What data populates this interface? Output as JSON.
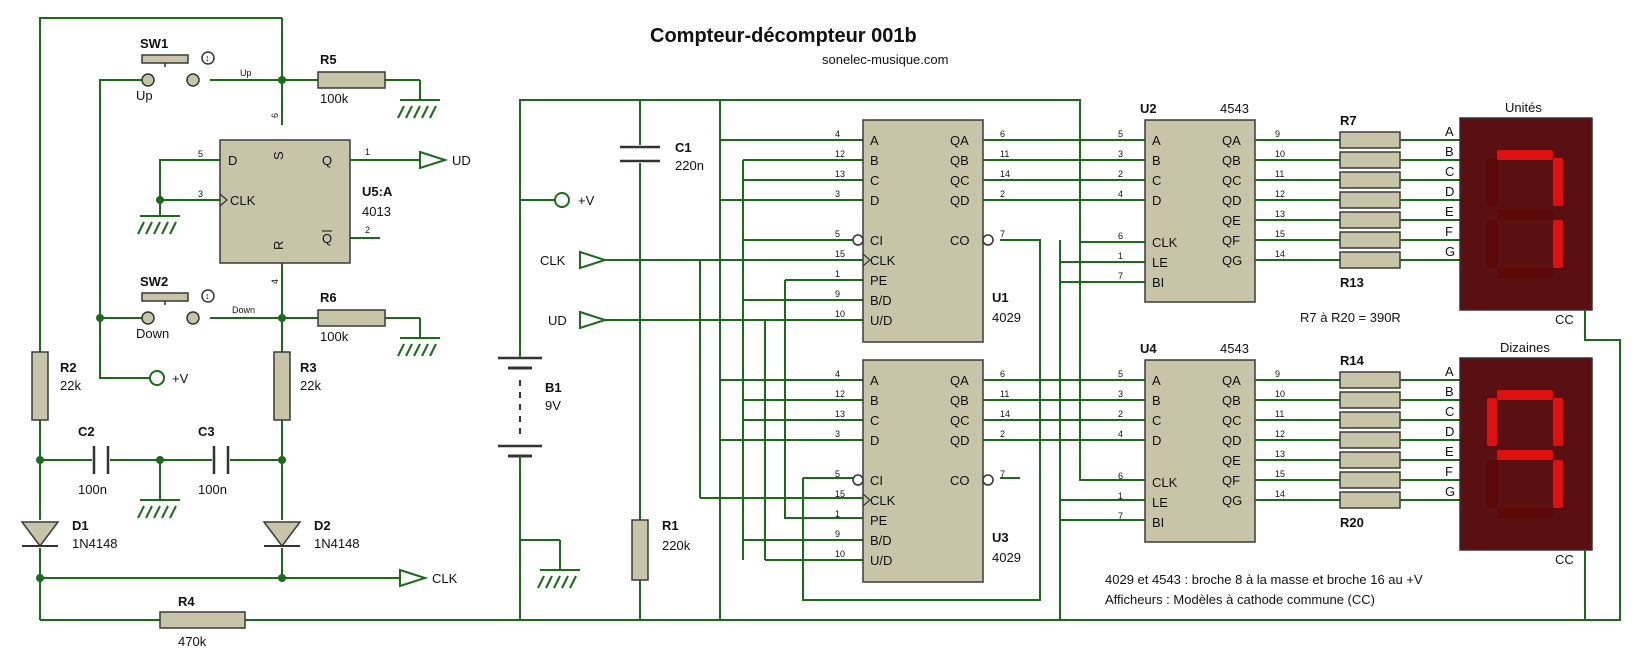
{
  "title": "Compteur-décompteur 001b",
  "subtitle": "sonelec-musique.com",
  "sw1": {
    "name": "SW1",
    "label": "Up",
    "net": "Up"
  },
  "sw2": {
    "name": "SW2",
    "label": "Down",
    "net": "Down"
  },
  "r5": {
    "name": "R5",
    "value": "100k"
  },
  "r6": {
    "name": "R6",
    "value": "100k"
  },
  "r2": {
    "name": "R2",
    "value": "22k"
  },
  "r3": {
    "name": "R3",
    "value": "22k"
  },
  "r4": {
    "name": "R4",
    "value": "470k"
  },
  "r1": {
    "name": "R1",
    "value": "220k"
  },
  "c1": {
    "name": "C1",
    "value": "220n"
  },
  "c2": {
    "name": "C2",
    "value": "100n"
  },
  "c3": {
    "name": "C3",
    "value": "100n"
  },
  "d1": {
    "name": "D1",
    "value": "1N4148"
  },
  "d2": {
    "name": "D2",
    "value": "1N4148"
  },
  "b1": {
    "name": "B1",
    "value": "9V"
  },
  "u5": {
    "name": "U5:A",
    "part": "4013",
    "pins": {
      "d": "D",
      "clk": "CLK",
      "s": "S",
      "r": "R",
      "q": "Q",
      "qn": "Q"
    },
    "pinnums": {
      "d": "5",
      "clk": "3",
      "s": "6",
      "r": "4",
      "q": "1",
      "qn": "2"
    }
  },
  "u1": {
    "name": "U1",
    "part": "4029"
  },
  "u3": {
    "name": "U3",
    "part": "4029"
  },
  "u2": {
    "name": "U2",
    "part": "4543"
  },
  "u4": {
    "name": "U4",
    "part": "4543"
  },
  "counter_left_pins": [
    {
      "num": "4",
      "name": "A"
    },
    {
      "num": "12",
      "name": "B"
    },
    {
      "num": "13",
      "name": "C"
    },
    {
      "num": "3",
      "name": "D"
    },
    {
      "num": "5",
      "name": "CI"
    },
    {
      "num": "15",
      "name": "CLK"
    },
    {
      "num": "1",
      "name": "PE"
    },
    {
      "num": "9",
      "name": "B/D"
    },
    {
      "num": "10",
      "name": "U/D"
    }
  ],
  "counter_right_pins": [
    {
      "num": "6",
      "name": "QA"
    },
    {
      "num": "11",
      "name": "QB"
    },
    {
      "num": "14",
      "name": "QC"
    },
    {
      "num": "2",
      "name": "QD"
    },
    {
      "num": "7",
      "name": "CO"
    }
  ],
  "decoder_left_pins": [
    {
      "num": "5",
      "name": "A"
    },
    {
      "num": "3",
      "name": "B"
    },
    {
      "num": "2",
      "name": "C"
    },
    {
      "num": "4",
      "name": "D"
    },
    {
      "num": "6",
      "name": "CLK"
    },
    {
      "num": "1",
      "name": "LE"
    },
    {
      "num": "7",
      "name": "BI"
    }
  ],
  "decoder_right_pins": [
    {
      "num": "9",
      "name": "QA"
    },
    {
      "num": "10",
      "name": "QB"
    },
    {
      "num": "11",
      "name": "QC"
    },
    {
      "num": "12",
      "name": "QD"
    },
    {
      "num": "13",
      "name": "QE"
    },
    {
      "num": "15",
      "name": "QF"
    },
    {
      "num": "14",
      "name": "QG"
    }
  ],
  "segments": [
    "A",
    "B",
    "C",
    "D",
    "E",
    "F",
    "G"
  ],
  "r7": "R7",
  "r13": "R13",
  "r14": "R14",
  "r20": "R20",
  "resistor_note": "R7 à R20 = 390R",
  "display_top": {
    "label": "Unités",
    "cc": "CC"
  },
  "display_bottom": {
    "label": "Dizaines",
    "cc": "CC"
  },
  "terminals": {
    "ud": "UD",
    "clk": "CLK",
    "vplus": "+V"
  },
  "notes": [
    "4029 et 4543 : broche 8 à la masse et broche 16 au +V",
    "Afficheurs : Modèles à cathode commune (CC)"
  ]
}
